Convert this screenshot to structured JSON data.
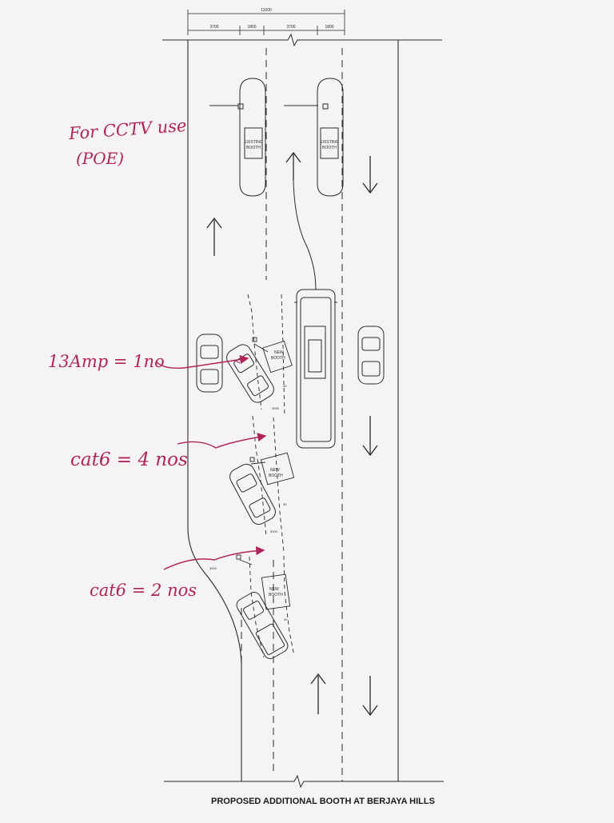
{
  "drawing_title": "PROPOSED ADDITIONAL  BOOTH AT BERJAYA HILLS",
  "dimensions": {
    "overall": "11000",
    "lane_1": "3700",
    "island_1": "1800",
    "lane_2": "3700",
    "island_2": "1800"
  },
  "booths": {
    "existing_1_line1": "EXISTING",
    "existing_1_line2": "BOOTH",
    "existing_2_line1": "EXISTING",
    "existing_2_line2": "BOOTH",
    "new_1_line1": "NEW",
    "new_1_line2": "BOOTH",
    "new_2_line1": "NEW",
    "new_2_line2": "BOOTH",
    "new_3_line1": "NEW",
    "new_3_line2": "BOOTH"
  },
  "small_dims": {
    "d1": "30",
    "d2": "3000",
    "d3": "30",
    "d4": "3000",
    "d5": "3000",
    "d6": "30"
  },
  "annotations": {
    "cctv_line1": "For CCTV use",
    "cctv_line2": "(POE)",
    "power": "13Amp = 1no",
    "cat6_upper": "cat6 = 4 nos",
    "cat6_lower": "cat6 = 2 nos"
  },
  "colors": {
    "ink": "#2a2a2a",
    "annotation": "#b0245c",
    "paper": "#f5f4f2"
  }
}
